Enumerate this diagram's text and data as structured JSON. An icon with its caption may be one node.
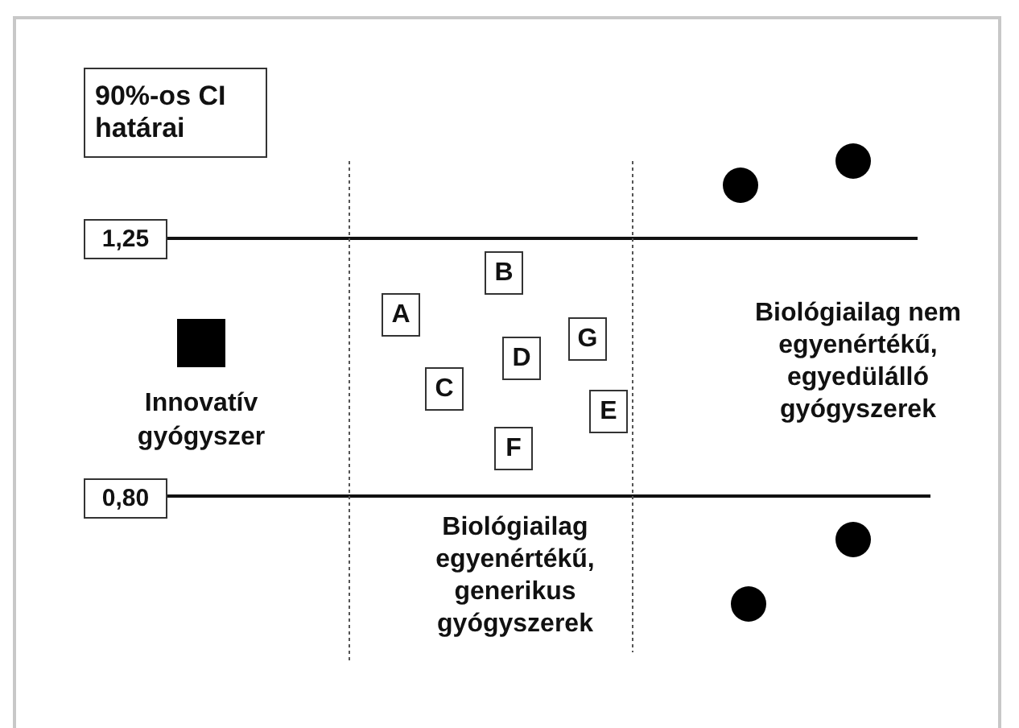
{
  "diagram": {
    "nodes": [
      {
        "text": [
          "90%-os CI határai"
        ]
      },
      {
        "text": [
          "1,25"
        ]
      },
      {
        "text": [
          "0,80"
        ]
      },
      {
        "text": [
          "B"
        ]
      },
      {
        "text": [
          "A"
        ]
      },
      {
        "text": [
          "G"
        ]
      },
      {
        "text": [
          "D"
        ]
      },
      {
        "text": [
          "C"
        ]
      },
      {
        "text": [
          "E"
        ]
      },
      {
        "text": [
          "F"
        ]
      },
      {
        "text": [
          "Innovatív gyógyszer"
        ]
      },
      {
        "text": [],
        "shape": "circle"
      },
      {
        "text": [],
        "shape": "circle"
      },
      {
        "text": [],
        "shape": "circle"
      },
      {
        "text": [],
        "shape": "circle"
      }
    ],
    "labels": [
      "Biológiailag nem egyenértékű, egyedülálló gyógyszerek",
      "Biológiailag egyenértékű, generikus gyógyszerek"
    ]
  }
}
